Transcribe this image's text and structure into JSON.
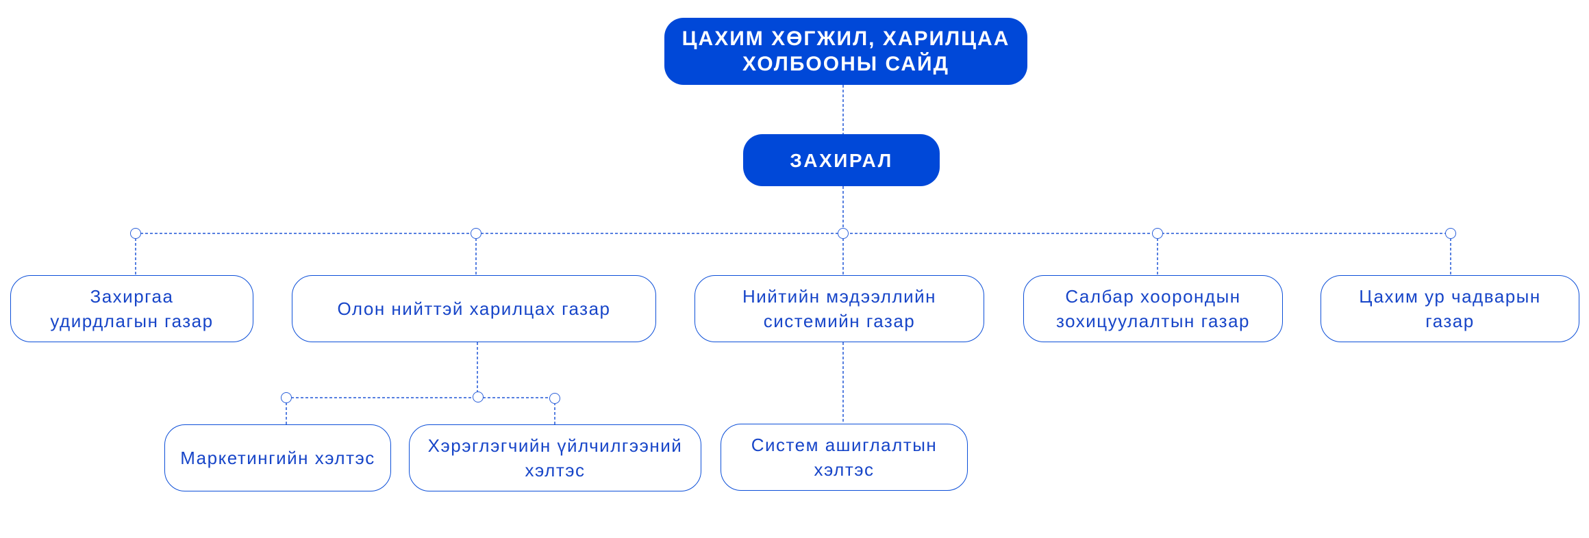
{
  "colors": {
    "primary": "#0048d8",
    "line": "#1f55d6",
    "text": "#1745c8"
  },
  "ministry": {
    "title": "ЦАХИМ ХӨГЖИЛ, ХАРИЛЦАА\nХОЛБООНЫ САЙД"
  },
  "director": {
    "title": "ЗАХИРАЛ"
  },
  "departments": [
    {
      "label": "Захиргаа\nудирдлагын газар"
    },
    {
      "label": "Олон нийттэй харилцах газар"
    },
    {
      "label": "Нийтийн мэдээллийн\nсистемийн газар"
    },
    {
      "label": "Салбар хоорондын\nзохицуулалтын газар"
    },
    {
      "label": "Цахим ур чадварын\nгазар"
    }
  ],
  "units": [
    {
      "label": "Маркетингийн хэлтэс"
    },
    {
      "label": "Хэрэглэгчийн үйлчилгээний\nхэлтэс"
    },
    {
      "label": "Систем ашиглалтын\nхэлтэс"
    }
  ]
}
